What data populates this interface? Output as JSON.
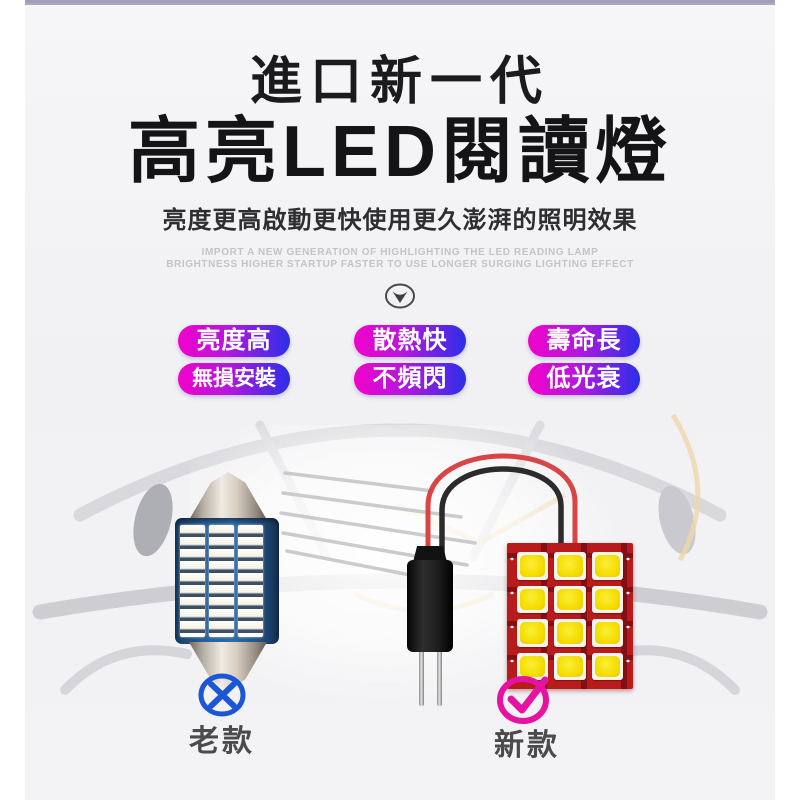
{
  "header": {
    "kicker": "進口新一代",
    "title": "高亮LED閱讀燈",
    "subtitle": "亮度更高啟動更快使用更久澎湃的照明效果",
    "english_line1": "IMPORT A NEW GENERATION OF HIGHLIGHTING THE LED READING LAMP",
    "english_line2": "BRIGHTNESS HIGHER STARTUP FASTER TO USE LONGER SURGING LIGHTING EFFECT"
  },
  "features": [
    "亮度高",
    "散熱快",
    "壽命長",
    "無損安裝",
    "不頻閃",
    "低光衰"
  ],
  "comparison": {
    "old": {
      "label": "老款",
      "verdict": "rejected"
    },
    "new": {
      "label": "新款",
      "verdict": "approved"
    }
  },
  "products": {
    "old_bulb": {
      "type": "festoon LED bulb",
      "led_columns": 3
    },
    "new_panel": {
      "type": "LED panel with wire harness",
      "led_rows": 4,
      "led_cols": 3
    }
  },
  "colors": {
    "badge_gradient_start": "#f102ca",
    "badge_gradient_end": "#2b2fe9",
    "reject_mark_blue": "#1a56d6",
    "approve_mark_magenta": "#e613a2",
    "panel_red": "#b81b1b",
    "led_yellow": "#f5dd00",
    "top_strip": "#a2a2ba"
  }
}
